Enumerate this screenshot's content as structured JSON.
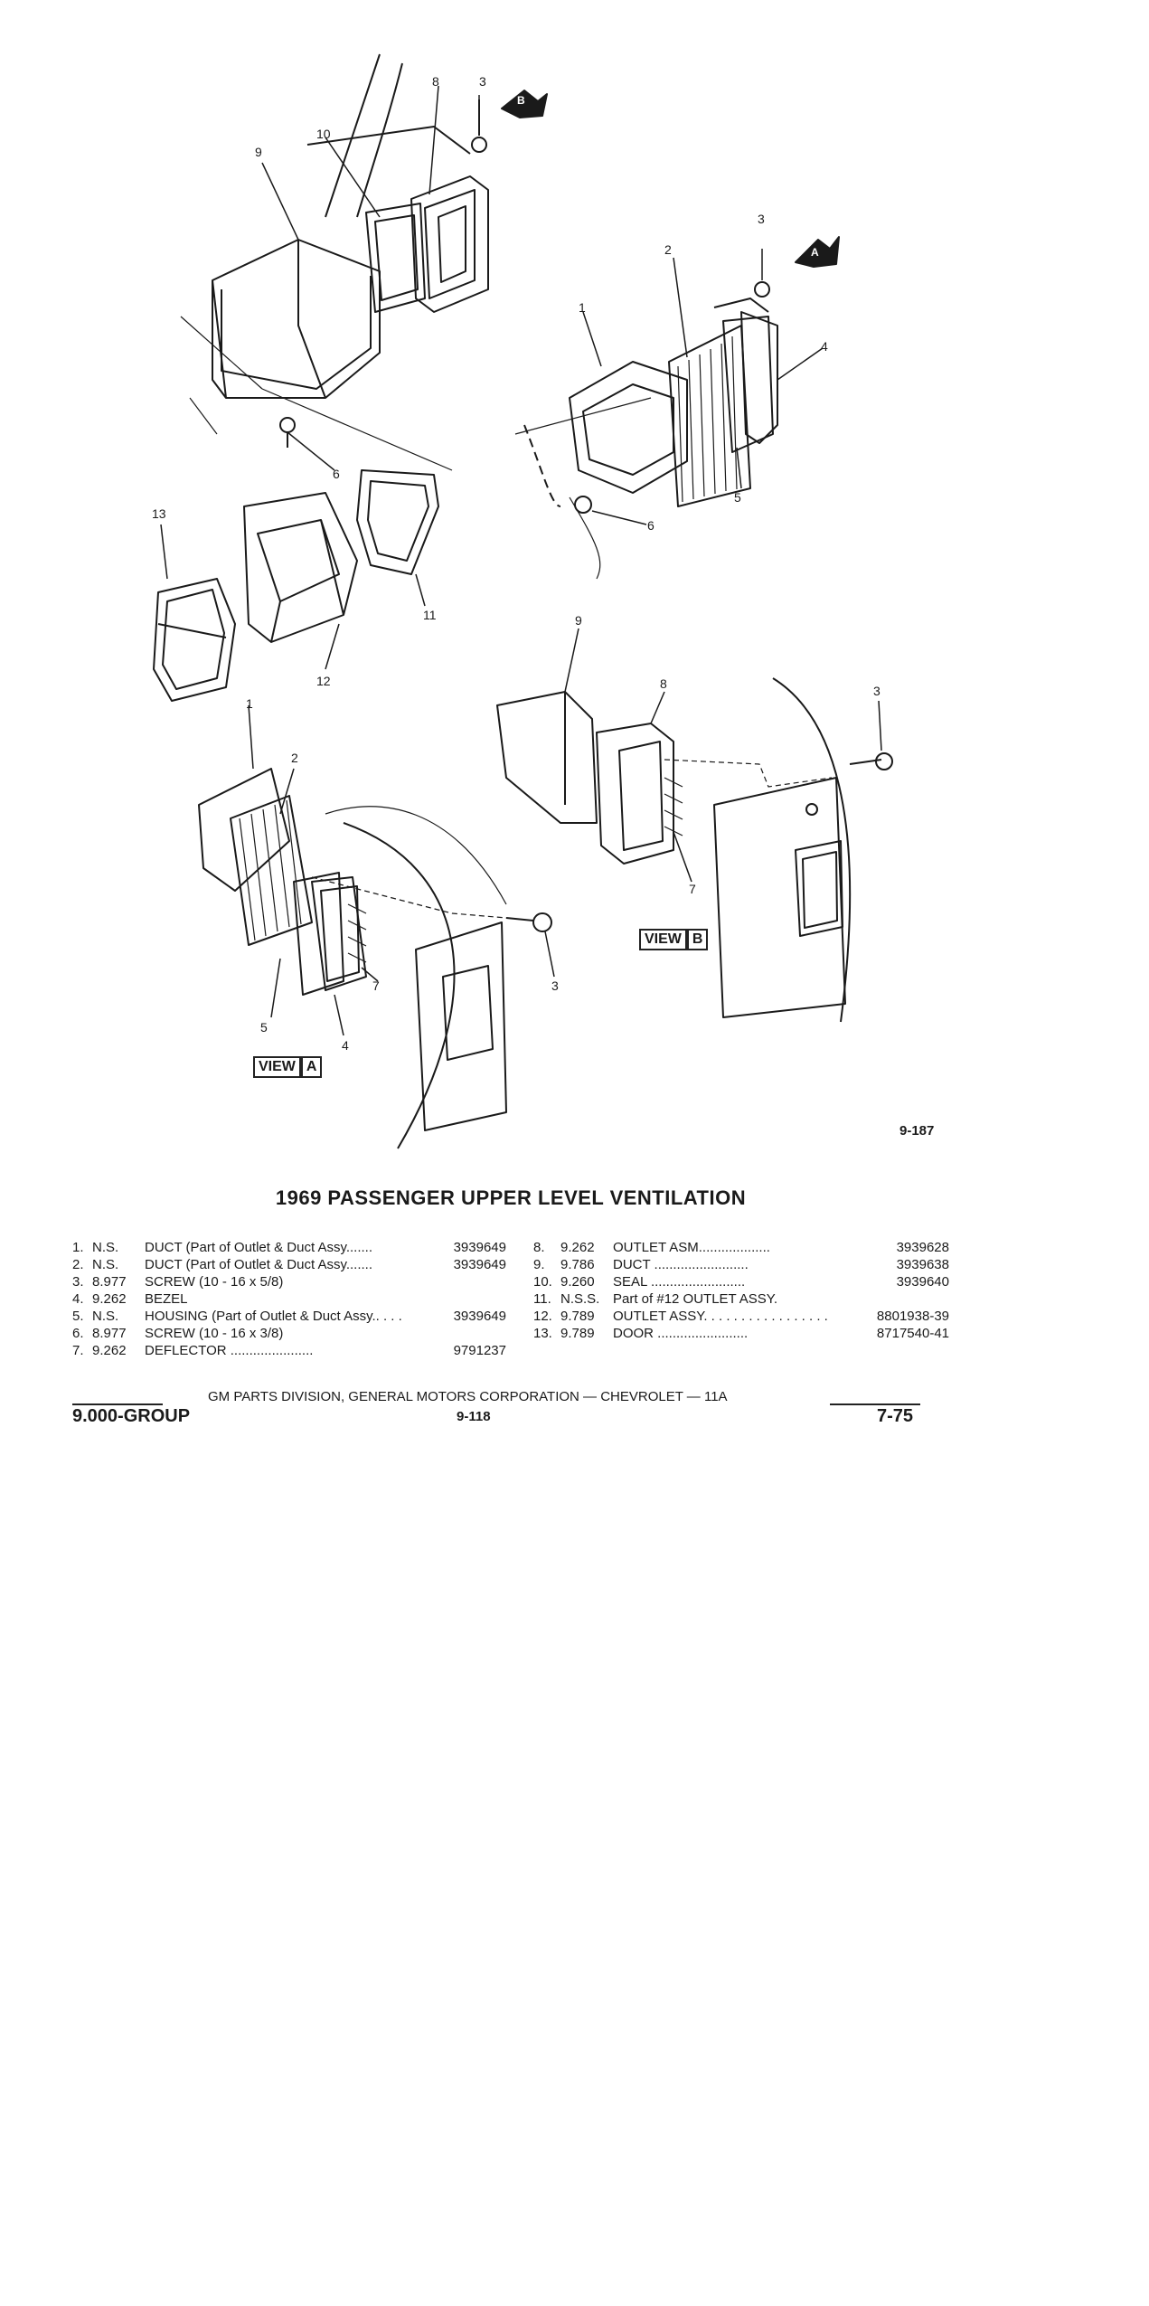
{
  "figure": {
    "id": "9-187",
    "callouts": [
      "1",
      "2",
      "3",
      "4",
      "5",
      "6",
      "7",
      "8",
      "9",
      "10",
      "11",
      "12",
      "13"
    ],
    "view_a_word": "VIEW",
    "view_a_letter": "A",
    "view_b_word": "VIEW",
    "view_b_letter": "B",
    "arrow_a_letter": "A",
    "arrow_b_letter": "B"
  },
  "title": "1969 PASSENGER UPPER LEVEL VENTILATION",
  "parts_left": [
    {
      "num": "1.",
      "group": "N.S.",
      "desc": "DUCT (Part of Outlet & Duct Assy.......",
      "part": "3939649"
    },
    {
      "num": "2.",
      "group": "N.S.",
      "desc": "DUCT (Part of Outlet & Duct Assy.......",
      "part": "3939649"
    },
    {
      "num": "3.",
      "group": "8.977",
      "desc": "SCREW (10 - 16 x 5/8)",
      "part": ""
    },
    {
      "num": "4.",
      "group": "9.262",
      "desc": "BEZEL",
      "part": ""
    },
    {
      "num": "5.",
      "group": "N.S.",
      "desc": "HOUSING (Part of Outlet & Duct Assy.. . . .",
      "part": "3939649"
    },
    {
      "num": "6.",
      "group": "8.977",
      "desc": "SCREW (10 - 16 x 3/8)",
      "part": ""
    },
    {
      "num": "7.",
      "group": "9.262",
      "desc": "DEFLECTOR ......................",
      "part": "9791237"
    }
  ],
  "parts_right": [
    {
      "num": "8.",
      "group": "9.262",
      "desc": "OUTLET ASM...................",
      "part": "3939628"
    },
    {
      "num": "9.",
      "group": "9.786",
      "desc": "DUCT .........................",
      "part": "3939638"
    },
    {
      "num": "10.",
      "group": "9.260",
      "desc": "SEAL .........................",
      "part": "3939640"
    },
    {
      "num": "11.",
      "group": "N.S.S.",
      "desc": "Part of #12 OUTLET ASSY.",
      "part": ""
    },
    {
      "num": "12.",
      "group": "9.789",
      "desc": "OUTLET ASSY. . . . . . . . . . . . . . . . .",
      "part": "8801938-39"
    },
    {
      "num": "13.",
      "group": "9.789",
      "desc": "DOOR ........................",
      "part": "8717540-41"
    }
  ],
  "footer": {
    "center": "GM PARTS DIVISION, GENERAL MOTORS CORPORATION — CHEVROLET — 11A",
    "group": "9.000-GROUP",
    "page": "9-118",
    "date": "7-75"
  }
}
